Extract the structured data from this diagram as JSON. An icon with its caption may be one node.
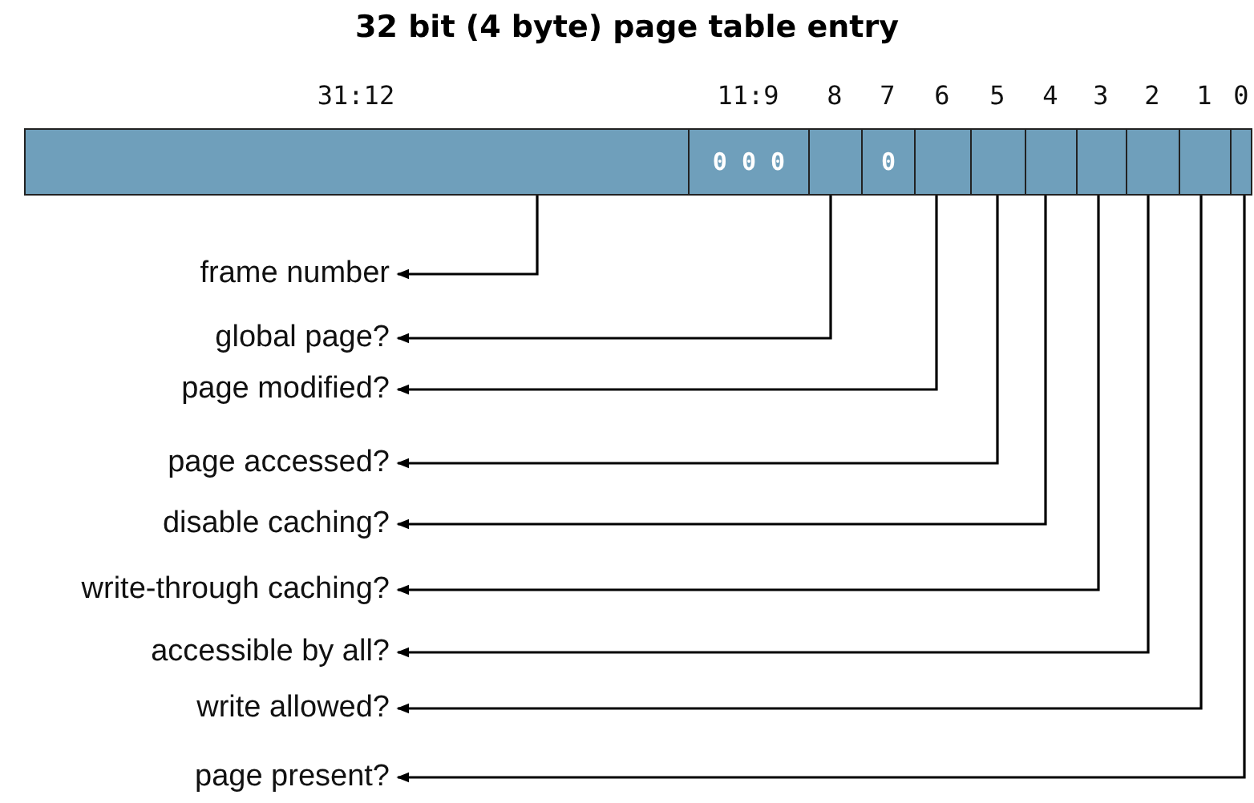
{
  "diagram": {
    "title": "32 bit (4 byte) page table entry",
    "nodes": [
      {
        "text": [
          "31:12"
        ]
      },
      {
        "text": [
          "11:9",
          "0 0 0"
        ]
      },
      {
        "text": [
          "8"
        ]
      },
      {
        "text": [
          "7",
          "0"
        ]
      },
      {
        "text": [
          "6"
        ]
      },
      {
        "text": [
          "5"
        ]
      },
      {
        "text": [
          "4"
        ]
      },
      {
        "text": [
          "3"
        ]
      },
      {
        "text": [
          "2"
        ]
      },
      {
        "text": [
          "1"
        ]
      },
      {
        "text": [
          "0"
        ]
      },
      {
        "text": [
          "frame number"
        ]
      },
      {
        "text": [
          "global page?"
        ]
      },
      {
        "text": [
          "page modified?"
        ]
      },
      {
        "text": [
          "page accessed?"
        ]
      },
      {
        "text": [
          "disable caching?"
        ]
      },
      {
        "text": [
          "write-through caching?"
        ]
      },
      {
        "text": [
          "accessible by all?"
        ]
      },
      {
        "text": [
          "write allowed?"
        ]
      },
      {
        "text": [
          "page present?"
        ]
      }
    ],
    "edges": [
      {
        "from": 0,
        "to": 11,
        "arrow": "to"
      },
      {
        "from": 2,
        "to": 12,
        "arrow": "to"
      },
      {
        "from": 4,
        "to": 13,
        "arrow": "to"
      },
      {
        "from": 5,
        "to": 14,
        "arrow": "to"
      },
      {
        "from": 6,
        "to": 15,
        "arrow": "to"
      },
      {
        "from": 7,
        "to": 16,
        "arrow": "to"
      },
      {
        "from": 8,
        "to": 17,
        "arrow": "to"
      },
      {
        "from": 9,
        "to": 18,
        "arrow": "to"
      },
      {
        "from": 10,
        "to": 19,
        "arrow": "to"
      }
    ]
  }
}
